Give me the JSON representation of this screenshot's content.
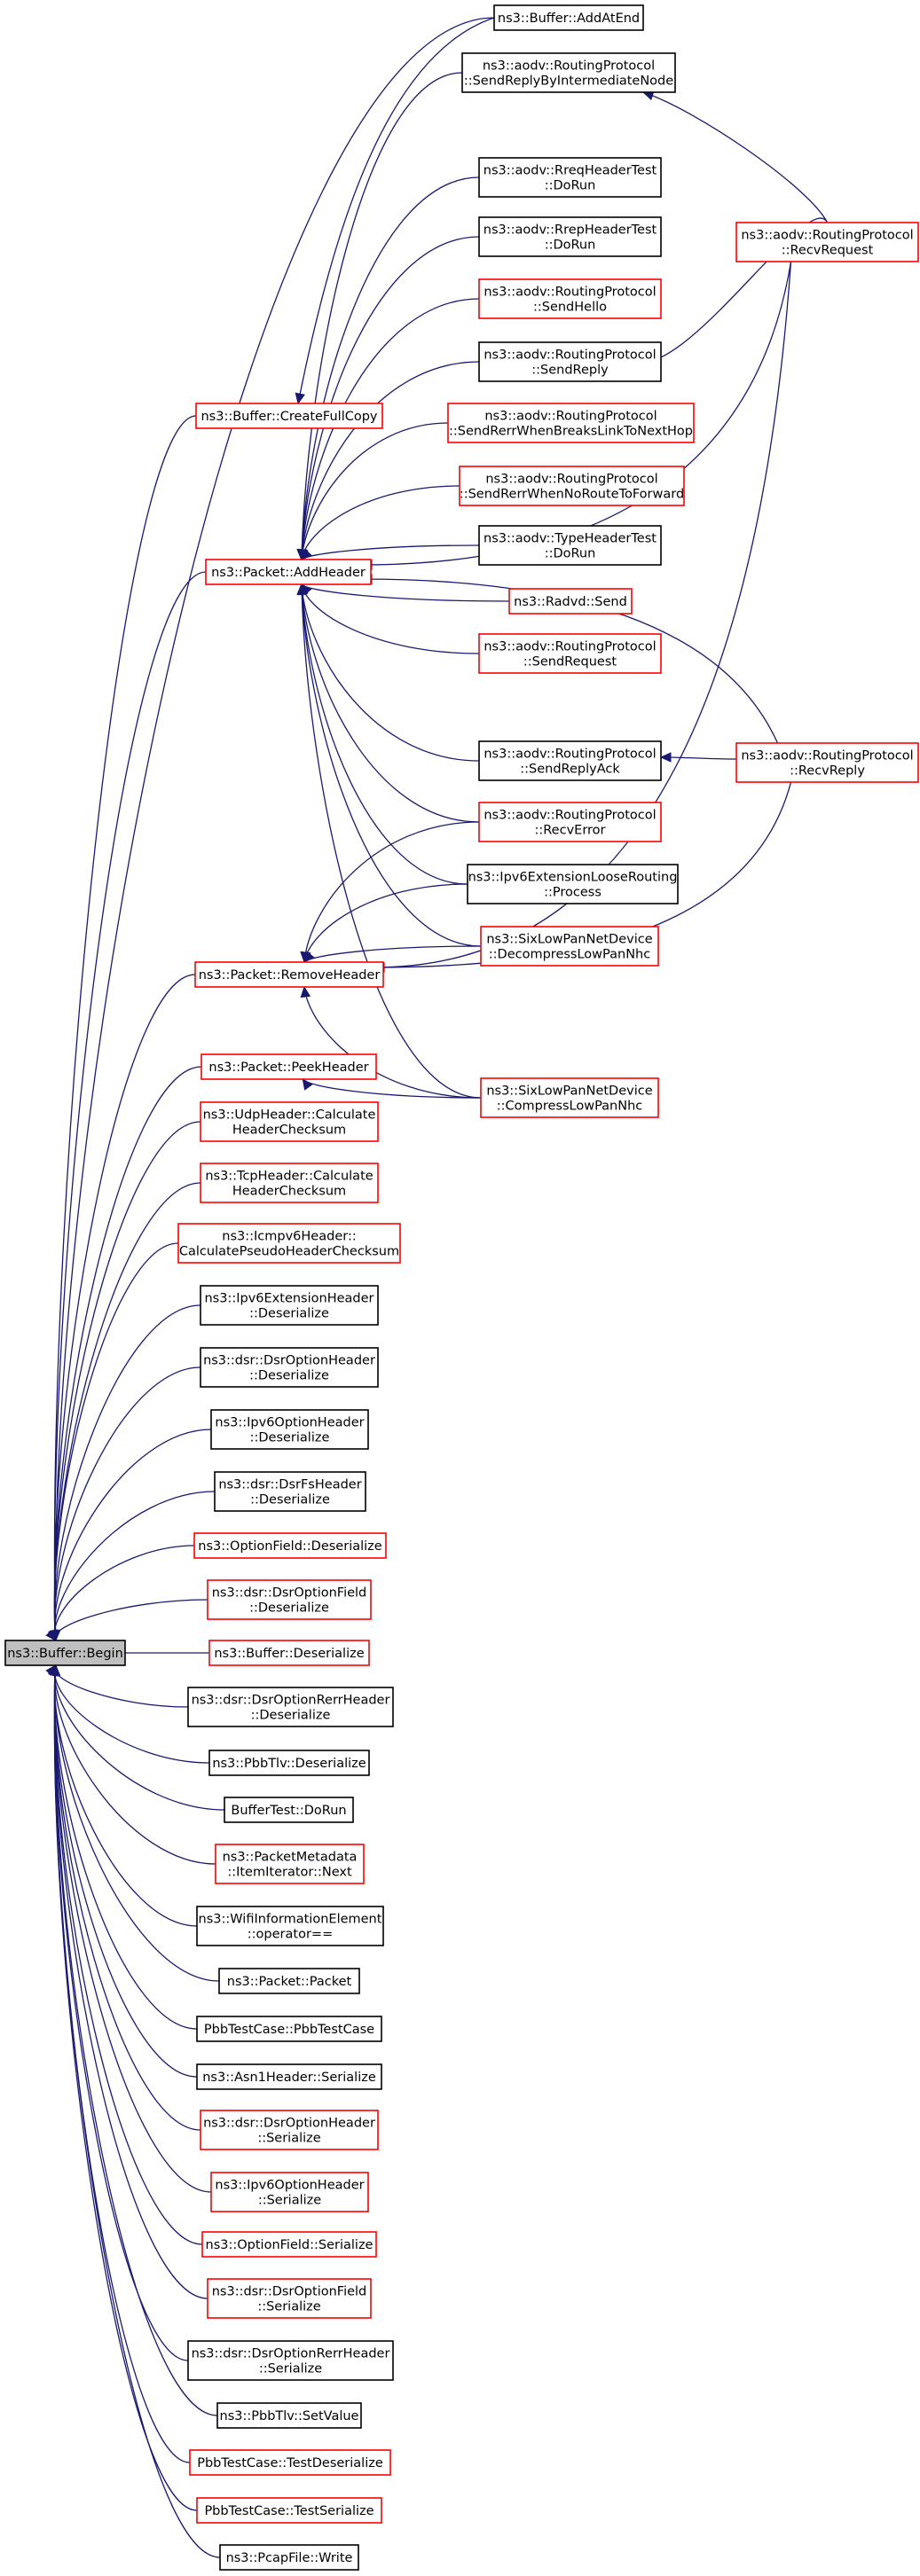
{
  "graph": {
    "title": "Call graph of ns3::Buffer::Begin (callers)",
    "colors": {
      "edge": "#191970",
      "node_border_documented": "#000000",
      "node_border_undocumented": "#ff0000",
      "root_fill": "#bfbfbf"
    },
    "nodes": [
      {
        "id": "begin",
        "lines": [
          "ns3::Buffer::Begin"
        ],
        "border": "root"
      },
      {
        "id": "addatend",
        "lines": [
          "ns3::Buffer::AddAtEnd"
        ],
        "border": "black"
      },
      {
        "id": "sendreplyint",
        "lines": [
          "ns3::aodv::RoutingProtocol",
          "::SendReplyByIntermediateNode"
        ],
        "border": "black"
      },
      {
        "id": "rreqtest",
        "lines": [
          "ns3::aodv::RreqHeaderTest",
          "::DoRun"
        ],
        "border": "black"
      },
      {
        "id": "rreptest",
        "lines": [
          "ns3::aodv::RrepHeaderTest",
          "::DoRun"
        ],
        "border": "black"
      },
      {
        "id": "sendhello",
        "lines": [
          "ns3::aodv::RoutingProtocol",
          "::SendHello"
        ],
        "border": "red"
      },
      {
        "id": "sendreply",
        "lines": [
          "ns3::aodv::RoutingProtocol",
          "::SendReply"
        ],
        "border": "black"
      },
      {
        "id": "createfullcopy",
        "lines": [
          "ns3::Buffer::CreateFullCopy"
        ],
        "border": "red"
      },
      {
        "id": "rerrbreaks",
        "lines": [
          "ns3::aodv::RoutingProtocol",
          "::SendRerrWhenBreaksLinkToNextHop"
        ],
        "border": "red"
      },
      {
        "id": "rerrnoroute",
        "lines": [
          "ns3::aodv::RoutingProtocol",
          "::SendRerrWhenNoRouteToForward"
        ],
        "border": "red"
      },
      {
        "id": "typetest",
        "lines": [
          "ns3::aodv::TypeHeaderTest",
          "::DoRun"
        ],
        "border": "black"
      },
      {
        "id": "addheader",
        "lines": [
          "ns3::Packet::AddHeader"
        ],
        "border": "red"
      },
      {
        "id": "radvdsend",
        "lines": [
          "ns3::Radvd::Send"
        ],
        "border": "red"
      },
      {
        "id": "sendrequest",
        "lines": [
          "ns3::aodv::RoutingProtocol",
          "::SendRequest"
        ],
        "border": "red"
      },
      {
        "id": "sendreplyack",
        "lines": [
          "ns3::aodv::RoutingProtocol",
          "::SendReplyAck"
        ],
        "border": "black"
      },
      {
        "id": "recverror",
        "lines": [
          "ns3::aodv::RoutingProtocol",
          "::RecvError"
        ],
        "border": "red"
      },
      {
        "id": "looserouting",
        "lines": [
          "ns3::Ipv6ExtensionLooseRouting",
          "::Process"
        ],
        "border": "black"
      },
      {
        "id": "decompress",
        "lines": [
          "ns3::SixLowPanNetDevice",
          "::DecompressLowPanNhc"
        ],
        "border": "red"
      },
      {
        "id": "removeheader",
        "lines": [
          "ns3::Packet::RemoveHeader"
        ],
        "border": "red"
      },
      {
        "id": "peekheader",
        "lines": [
          "ns3::Packet::PeekHeader"
        ],
        "border": "red"
      },
      {
        "id": "compress",
        "lines": [
          "ns3::SixLowPanNetDevice",
          "::CompressLowPanNhc"
        ],
        "border": "red"
      },
      {
        "id": "recvrequest",
        "lines": [
          "ns3::aodv::RoutingProtocol",
          "::RecvRequest"
        ],
        "border": "red"
      },
      {
        "id": "recvreply",
        "lines": [
          "ns3::aodv::RoutingProtocol",
          "::RecvReply"
        ],
        "border": "red"
      },
      {
        "id": "udpchk",
        "lines": [
          "ns3::UdpHeader::Calculate",
          "HeaderChecksum"
        ],
        "border": "red"
      },
      {
        "id": "tcpchk",
        "lines": [
          "ns3::TcpHeader::Calculate",
          "HeaderChecksum"
        ],
        "border": "red"
      },
      {
        "id": "icmpchk",
        "lines": [
          "ns3::Icmpv6Header::",
          "CalculatePseudoHeaderChecksum"
        ],
        "border": "red"
      },
      {
        "id": "ipv6extdes",
        "lines": [
          "ns3::Ipv6ExtensionHeader",
          "::Deserialize"
        ],
        "border": "black"
      },
      {
        "id": "dsroptdes",
        "lines": [
          "ns3::dsr::DsrOptionHeader",
          "::Deserialize"
        ],
        "border": "black"
      },
      {
        "id": "ipv6optdes",
        "lines": [
          "ns3::Ipv6OptionHeader",
          "::Deserialize"
        ],
        "border": "black"
      },
      {
        "id": "dsrfsdes",
        "lines": [
          "ns3::dsr::DsrFsHeader",
          "::Deserialize"
        ],
        "border": "black"
      },
      {
        "id": "optfielddes",
        "lines": [
          "ns3::OptionField::Deserialize"
        ],
        "border": "red"
      },
      {
        "id": "dsroptfielddes",
        "lines": [
          "ns3::dsr::DsrOptionField",
          "::Deserialize"
        ],
        "border": "red"
      },
      {
        "id": "bufferdes",
        "lines": [
          "ns3::Buffer::Deserialize"
        ],
        "border": "red"
      },
      {
        "id": "dsrrerrdes",
        "lines": [
          "ns3::dsr::DsrOptionRerrHeader",
          "::Deserialize"
        ],
        "border": "black"
      },
      {
        "id": "pbbtlvdes",
        "lines": [
          "ns3::PbbTlv::Deserialize"
        ],
        "border": "black"
      },
      {
        "id": "buffertest",
        "lines": [
          "BufferTest::DoRun"
        ],
        "border": "black"
      },
      {
        "id": "metaiter",
        "lines": [
          "ns3::PacketMetadata",
          "::ItemIterator::Next"
        ],
        "border": "red"
      },
      {
        "id": "wifiie",
        "lines": [
          "ns3::WifiInformationElement",
          "::operator=="
        ],
        "border": "black"
      },
      {
        "id": "packetctor",
        "lines": [
          "ns3::Packet::Packet"
        ],
        "border": "black"
      },
      {
        "id": "pbbtestcase",
        "lines": [
          "PbbTestCase::PbbTestCase"
        ],
        "border": "black"
      },
      {
        "id": "asn1ser",
        "lines": [
          "ns3::Asn1Header::Serialize"
        ],
        "border": "black"
      },
      {
        "id": "dsroptser",
        "lines": [
          "ns3::dsr::DsrOptionHeader",
          "::Serialize"
        ],
        "border": "red"
      },
      {
        "id": "ipv6optser",
        "lines": [
          "ns3::Ipv6OptionHeader",
          "::Serialize"
        ],
        "border": "red"
      },
      {
        "id": "optfieldser",
        "lines": [
          "ns3::OptionField::Serialize"
        ],
        "border": "red"
      },
      {
        "id": "dsroptfieldser",
        "lines": [
          "ns3::dsr::DsrOptionField",
          "::Serialize"
        ],
        "border": "red"
      },
      {
        "id": "dsrrerrser",
        "lines": [
          "ns3::dsr::DsrOptionRerrHeader",
          "::Serialize"
        ],
        "border": "black"
      },
      {
        "id": "pbbsetvalue",
        "lines": [
          "ns3::PbbTlv::SetValue"
        ],
        "border": "black"
      },
      {
        "id": "testdeser",
        "lines": [
          "PbbTestCase::TestDeserialize"
        ],
        "border": "red"
      },
      {
        "id": "testser",
        "lines": [
          "PbbTestCase::TestSerialize"
        ],
        "border": "red"
      },
      {
        "id": "pcapwrite",
        "lines": [
          "ns3::PcapFile::Write"
        ],
        "border": "black"
      }
    ],
    "edges": [
      [
        "addatend",
        "begin"
      ],
      [
        "createfullcopy",
        "begin"
      ],
      [
        "addheader",
        "begin"
      ],
      [
        "removeheader",
        "begin"
      ],
      [
        "peekheader",
        "begin"
      ],
      [
        "udpchk",
        "begin"
      ],
      [
        "tcpchk",
        "begin"
      ],
      [
        "icmpchk",
        "begin"
      ],
      [
        "ipv6extdes",
        "begin"
      ],
      [
        "dsroptdes",
        "begin"
      ],
      [
        "ipv6optdes",
        "begin"
      ],
      [
        "dsrfsdes",
        "begin"
      ],
      [
        "optfielddes",
        "begin"
      ],
      [
        "dsroptfielddes",
        "begin"
      ],
      [
        "bufferdes",
        "begin"
      ],
      [
        "dsrrerrdes",
        "begin"
      ],
      [
        "pbbtlvdes",
        "begin"
      ],
      [
        "buffertest",
        "begin"
      ],
      [
        "metaiter",
        "begin"
      ],
      [
        "wifiie",
        "begin"
      ],
      [
        "packetctor",
        "begin"
      ],
      [
        "pbbtestcase",
        "begin"
      ],
      [
        "asn1ser",
        "begin"
      ],
      [
        "dsroptser",
        "begin"
      ],
      [
        "ipv6optser",
        "begin"
      ],
      [
        "optfieldser",
        "begin"
      ],
      [
        "dsroptfieldser",
        "begin"
      ],
      [
        "dsrrerrser",
        "begin"
      ],
      [
        "pbbsetvalue",
        "begin"
      ],
      [
        "testdeser",
        "begin"
      ],
      [
        "testser",
        "begin"
      ],
      [
        "pcapwrite",
        "begin"
      ],
      [
        "addatend",
        "createfullcopy"
      ],
      [
        "sendreplyint",
        "addheader"
      ],
      [
        "rreqtest",
        "addheader"
      ],
      [
        "rreptest",
        "addheader"
      ],
      [
        "sendhello",
        "addheader"
      ],
      [
        "sendreply",
        "addheader"
      ],
      [
        "rerrbreaks",
        "addheader"
      ],
      [
        "rerrnoroute",
        "addheader"
      ],
      [
        "typetest",
        "addheader"
      ],
      [
        "radvdsend",
        "addheader"
      ],
      [
        "sendrequest",
        "addheader"
      ],
      [
        "sendreplyack",
        "addheader"
      ],
      [
        "recverror",
        "addheader"
      ],
      [
        "looserouting",
        "addheader"
      ],
      [
        "decompress",
        "addheader"
      ],
      [
        "compress",
        "addheader"
      ],
      [
        "recvrequest",
        "addheader"
      ],
      [
        "recvreply",
        "addheader"
      ],
      [
        "recverror",
        "removeheader"
      ],
      [
        "looserouting",
        "removeheader"
      ],
      [
        "decompress",
        "removeheader"
      ],
      [
        "compress",
        "removeheader"
      ],
      [
        "recvrequest",
        "removeheader"
      ],
      [
        "recvreply",
        "removeheader"
      ],
      [
        "compress",
        "peekheader"
      ],
      [
        "recvrequest",
        "sendreplyint"
      ],
      [
        "recvrequest",
        "sendreply"
      ],
      [
        "recvreply",
        "sendreplyack"
      ]
    ]
  }
}
